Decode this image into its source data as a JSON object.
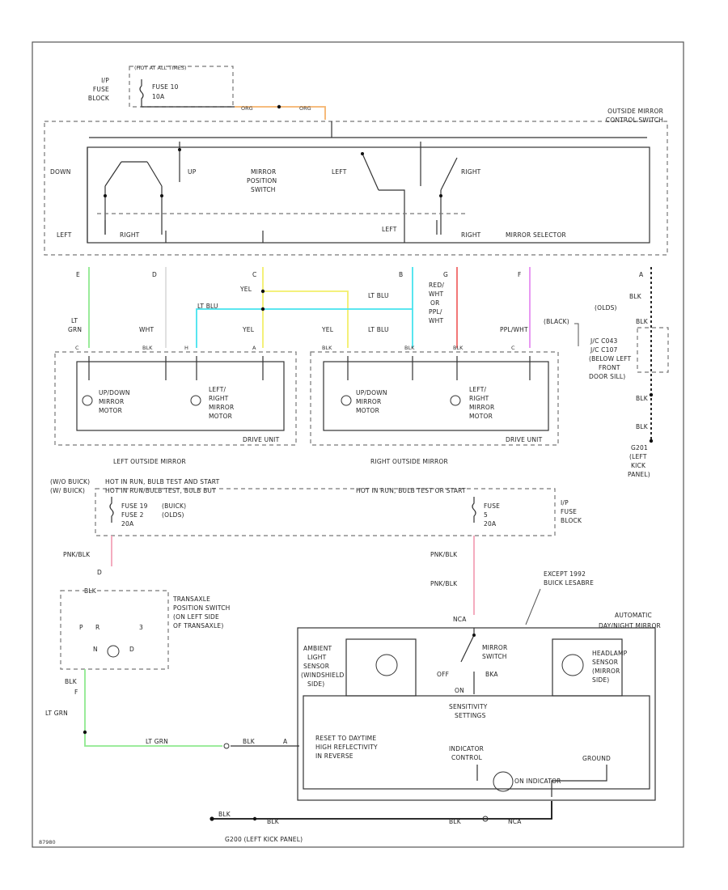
{
  "colors": {
    "green": "#8fe98f",
    "yellow": "#f3ef6a",
    "ltblue": "#46e3ee",
    "red": "#f06a6a",
    "violet": "#e58ef0",
    "pink": "#f3a3b8",
    "black": "#111111",
    "orange": "#f5b36b"
  },
  "labels": {
    "hot_at_all_times": "(HOT AT ALL TIMES)",
    "ip": "I/P",
    "fuse": "FUSE",
    "block": "BLOCK",
    "fuse10": "FUSE 10",
    "amp10": "10A",
    "org1": "ORG",
    "org2": "ORG",
    "control_switch_1": "OUTSIDE MIRROR",
    "control_switch_2": "CONTROL SWITCH",
    "down": "DOWN",
    "up": "UP",
    "mirror_position_1": "MIRROR",
    "mirror_position_2": "POSITION",
    "mirror_position_3": "SWITCH",
    "left_sw": "LEFT",
    "right_sw": "RIGHT",
    "left_sel": "LEFT",
    "right_sel": "RIGHT",
    "left_sel2": "LEFT",
    "right_sel2": "RIGHT",
    "mirror_selector": "MIRROR SELECTOR",
    "pin_e": "E",
    "pin_d": "D",
    "pin_c": "C",
    "pin_b": "B",
    "pin_g": "G",
    "pin_f": "F",
    "pin_a": "A",
    "lt_grn": "LT",
    "lt_grn2": "GRN",
    "wht": "WHT",
    "yel1": "YEL",
    "yel2": "YEL",
    "yel3": "YEL",
    "lt_blu1": "LT BLU",
    "lt_blu2": "LT BLU",
    "lt_blu3": "LT BLU",
    "red_wht_1": "RED/",
    "red_wht_2": "WHT",
    "red_wht_3": "OR",
    "red_wht_4": "PPL/",
    "red_wht_5": "WHT",
    "ppl_wht": "PPL/WHT",
    "blk1": "BLK",
    "blk2": "BLK",
    "blk3": "BLK",
    "blk4": "BLK",
    "black_paren": "(BLACK)",
    "olds": "(OLDS)",
    "c_pin": "C",
    "blk_conn": "BLK",
    "h_pin": "H",
    "a_pin": "A",
    "updown_1": "UP/DOWN",
    "updown_2": "MIRROR",
    "updown_3": "MOTOR",
    "lr_1": "LEFT/",
    "lr_2": "RIGHT",
    "lr_3": "MIRROR",
    "lr_4": "MOTOR",
    "drive_unit_l": "DRIVE UNIT",
    "drive_unit_r": "DRIVE UNIT",
    "left_mirror": "LEFT OUTSIDE MIRROR",
    "right_mirror": "RIGHT OUTSIDE MIRROR",
    "conn_1": "J/C C043",
    "conn_2": "J/C C107",
    "conn_3": "(BELOW LEFT",
    "conn_4": "FRONT",
    "conn_5": "DOOR SILL)",
    "g201_1": "G201",
    "g201_2": "(LEFT",
    "g201_3": "KICK",
    "g201_4": "PANEL)",
    "buick_hdr_1": "(W/O BUICK)",
    "buick_hdr_2": "(W/ BUICK)",
    "hot_bulb_1": "HOT IN RUN, BULB TEST AND START",
    "hot_bulb_2": "HOT IN RUN/BULB TEST, BULB BUT",
    "hot_bulb_3": "HOT IN RUN, BULB TEST OR START",
    "fuse19": "FUSE 19",
    "fuse2": "FUSE 2",
    "amp_20": "20A",
    "buick_fuse": "(BUICK)",
    "olds_fuse": "(OLDS)",
    "fuse_r1": "FUSE",
    "fuse_r2": "5",
    "fuse_r3": "20A",
    "ip_r": "I/P",
    "fuse_r": "FUSE",
    "block_r": "BLOCK",
    "pnk_blk1": "PNK/BLK",
    "pnk_blk2": "PNK/BLK",
    "pnk_blk3": "PNK/BLK",
    "pin_d2": "D",
    "blk_c": "BLK",
    "trans_1": "TRANSAXLE",
    "trans_2": "POSITION SWITCH",
    "trans_3": "(ON LEFT SIDE",
    "trans_4": "OF TRANSAXLE)",
    "pos_p": "P",
    "pos_r": "R",
    "pos_n": "N",
    "pos_d": "D",
    "pos_3": "3",
    "blk_f": "BLK",
    "pin_f2": "F",
    "lt_grn_3": "LT GRN",
    "lt_grn_4": "LT GRN",
    "pin_a2": "A",
    "nca": "NCA",
    "except_1": "EXCEPT 1992",
    "except_2": "BUICK LESABRE",
    "auto_1": "AUTOMATIC",
    "auto_2": "DAY/NIGHT MIRROR",
    "ambient_1": "AMBIENT",
    "ambient_2": "LIGHT",
    "ambient_3": "SENSOR",
    "ambient_4": "(WINDSHIELD",
    "ambient_5": "SIDE)",
    "mirror_sw_1": "MIRROR",
    "mirror_sw_2": "SWITCH",
    "off": "OFF",
    "on": "ON",
    "bka": "BKA",
    "head_1": "HEADLAMP",
    "head_2": "SENSOR",
    "head_3": "(MIRROR",
    "head_4": "SIDE)",
    "sens_1": "SENSITIVITY",
    "sens_2": "SETTINGS",
    "reset_1": "RESET TO DAYTIME",
    "reset_2": "HIGH REFLECTIVITY",
    "reset_3": "IN REVERSE",
    "indicator_ctrl_1": "INDICATOR",
    "indicator_ctrl_2": "CONTROL",
    "ground": "GROUND",
    "on_indicator": "ON INDICATOR",
    "blk_bot1": "BLK",
    "blk_bot2": "BLK",
    "blk_bot3": "BLK",
    "nca2": "NCA",
    "g200": "G200  (LEFT KICK PANEL)",
    "page_ref": "87980"
  }
}
